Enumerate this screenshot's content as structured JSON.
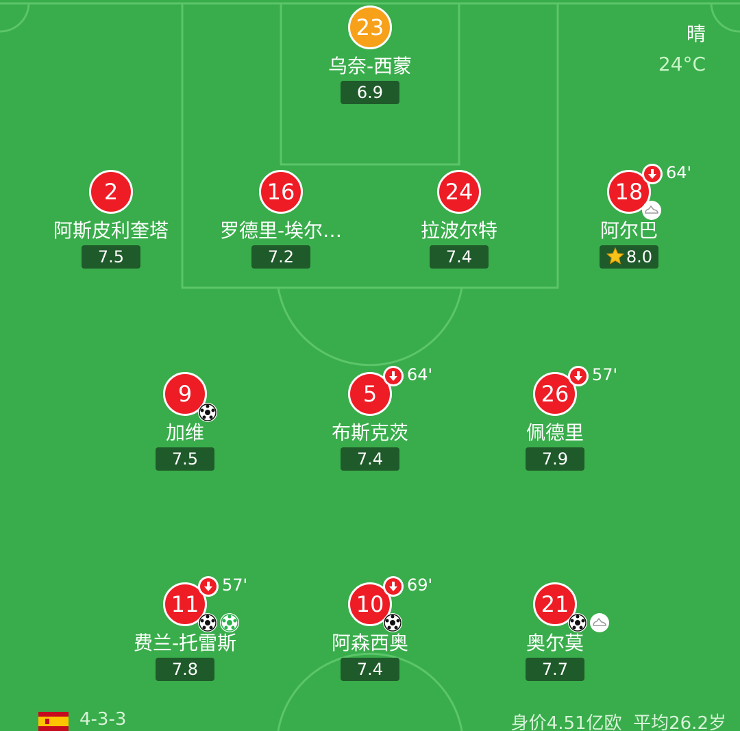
{
  "weather": {
    "condition": "晴",
    "temperature": "24°C"
  },
  "footer": {
    "formation": "4-3-3",
    "market_value": "身价4.51亿欧",
    "avg_age": "平均26.2岁"
  },
  "colors": {
    "pitch": "#39ad4b",
    "shirt": "#ee1c25",
    "goalkeeper": "#f7a11a",
    "rating_bg": "#1f5a2a"
  },
  "players": [
    {
      "number": "23",
      "name": "乌奈-西蒙",
      "rating": "6.9"
    },
    {
      "number": "2",
      "name": "阿斯皮利奎塔",
      "rating": "7.5"
    },
    {
      "number": "16",
      "name": "罗德里-埃尔…",
      "rating": "7.2"
    },
    {
      "number": "24",
      "name": "拉波尔特",
      "rating": "7.4"
    },
    {
      "number": "18",
      "name": "阿尔巴",
      "rating": "8.0",
      "sub_time": "64'",
      "man_of_match": true,
      "event_icons": [
        "assist-boot-icon"
      ]
    },
    {
      "number": "9",
      "name": "加维",
      "rating": "7.5",
      "event_icons": [
        "goal-ball-icon"
      ]
    },
    {
      "number": "5",
      "name": "布斯克茨",
      "rating": "7.4",
      "sub_time": "64'"
    },
    {
      "number": "26",
      "name": "佩德里",
      "rating": "7.9",
      "sub_time": "57'"
    },
    {
      "number": "11",
      "name": "费兰-托雷斯",
      "rating": "7.8",
      "sub_time": "57'",
      "event_icons": [
        "goal-ball-icon",
        "penalty-goal-icon"
      ]
    },
    {
      "number": "10",
      "name": "阿森西奥",
      "rating": "7.4",
      "sub_time": "69'",
      "event_icons": [
        "goal-ball-icon"
      ]
    },
    {
      "number": "21",
      "name": "奥尔莫",
      "rating": "7.7",
      "event_icons": [
        "goal-ball-icon",
        "assist-boot-icon"
      ]
    }
  ]
}
